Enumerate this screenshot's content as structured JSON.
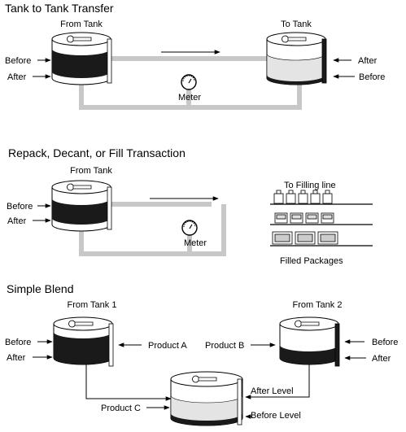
{
  "transfer": {
    "title": "Tank to Tank Transfer",
    "from_tank": "From Tank",
    "to_tank": "To Tank",
    "before_left": "Before",
    "after_left": "After",
    "after_right": "After",
    "before_right": "Before",
    "meter": "Meter"
  },
  "repack": {
    "title": "Repack, Decant, or Fill Transaction",
    "from_tank": "From Tank",
    "before": "Before",
    "after": "After",
    "meter": "Meter",
    "filling_line": "To Filling line",
    "filled_packages": "Filled Packages"
  },
  "blend": {
    "title": "Simple Blend",
    "from_tank_1": "From Tank 1",
    "from_tank_2": "From Tank 2",
    "before_left": "Before",
    "after_left": "After",
    "product_a": "Product A",
    "product_b": "Product B",
    "before_right": "Before",
    "after_right": "After",
    "product_c": "Product C",
    "after_level": "After Level",
    "before_level": "Before Level"
  },
  "colors": {
    "pipe": "#c8c8c8",
    "liquid_dark": "#1a1a1a",
    "liquid_light": "#e4e4e4",
    "stroke": "#000000"
  }
}
